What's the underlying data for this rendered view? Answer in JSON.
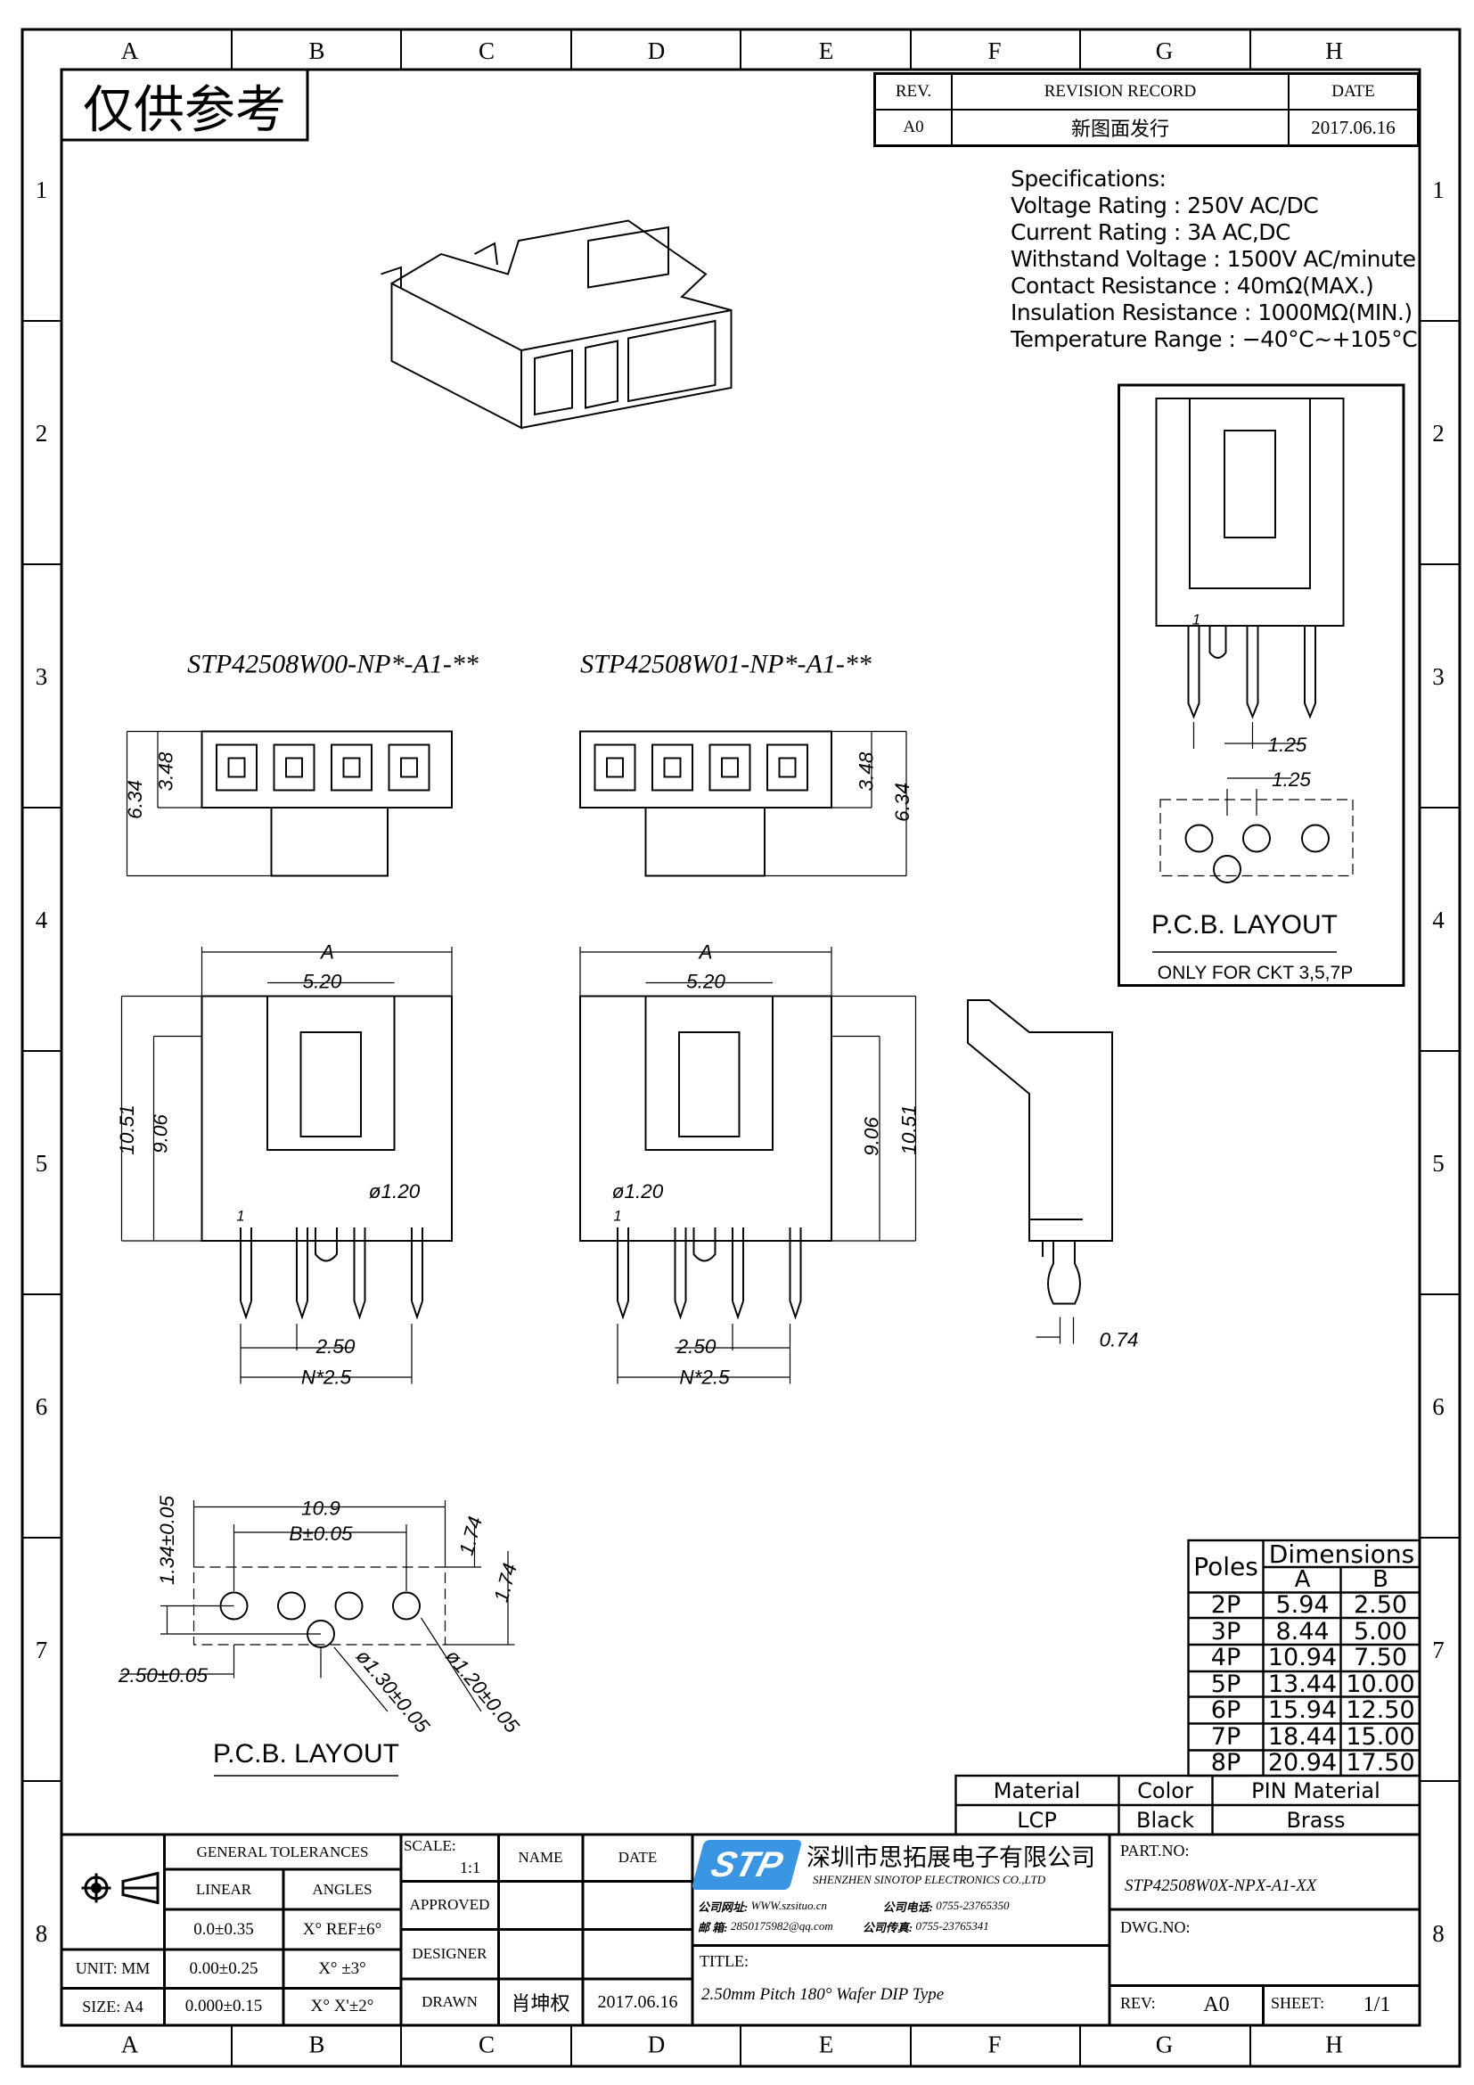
{
  "frame": {
    "columns": [
      "A",
      "B",
      "C",
      "D",
      "E",
      "F",
      "G",
      "H"
    ],
    "rows": [
      "1",
      "2",
      "3",
      "4",
      "5",
      "6",
      "7",
      "8"
    ]
  },
  "stamp": "仅供参考",
  "revision": {
    "headers": [
      "REV.",
      "REVISION RECORD",
      "DATE"
    ],
    "row": [
      "A0",
      "新图面发行",
      "2017.06.16"
    ]
  },
  "specs": [
    "Specifications:",
    "Voltage Rating : 250V AC/DC",
    "Current Rating : 3A AC,DC",
    "Withstand Voltage : 1500V AC/minute",
    "Contact Resistance : 40mΩ(MAX.)",
    "Insulation Resistance : 1000MΩ(MIN.)",
    "Temperature Range : −40°C~+105°C"
  ],
  "views": {
    "left_part": "STP42508W00-NP*-A1-**",
    "right_part": "STP42508W01-NP*-A1-**",
    "dims": {
      "d634": "6.34",
      "d348": "3.48",
      "a": "A",
      "d520": "5.20",
      "d1051": "10.51",
      "d906": "9.06",
      "d120": "ø1.20",
      "pin1": "1",
      "d250": "2.50",
      "n25": "N*2.5",
      "d074": "0.74",
      "d125": "1.25"
    },
    "pcb_right_title": "P.C.B. LAYOUT",
    "pcb_right_note": "ONLY FOR CKT 3,5,7P",
    "pcb_left": {
      "d109": "10.9",
      "b": "B±0.05",
      "d134": "1.34±0.05",
      "d174": "1.74",
      "d250": "2.50±0.05",
      "d130": "ø1.30±0.05",
      "d120": "ø1.20±0.05",
      "title": "P.C.B. LAYOUT"
    }
  },
  "dimensions_table": {
    "poles_header": "Poles",
    "dims_header": "Dimensions",
    "a_header": "A",
    "b_header": "B",
    "rows": [
      [
        "2P",
        "5.94",
        "2.50"
      ],
      [
        "3P",
        "8.44",
        "5.00"
      ],
      [
        "4P",
        "10.94",
        "7.50"
      ],
      [
        "5P",
        "13.44",
        "10.00"
      ],
      [
        "6P",
        "15.94",
        "12.50"
      ],
      [
        "7P",
        "18.44",
        "15.00"
      ],
      [
        "8P",
        "20.94",
        "17.50"
      ]
    ]
  },
  "material": {
    "headers": [
      "Material",
      "Color",
      "PIN Material"
    ],
    "values": [
      "LCP",
      "Black",
      "Brass"
    ]
  },
  "title_block": {
    "general_tolerances": "GENERAL TOLERANCES",
    "linear": "LINEAR",
    "angles": "ANGLES",
    "tol_rows": [
      [
        "0.0±0.35",
        "X° REF±6°"
      ],
      [
        "0.00±0.25",
        "X° ±3°"
      ],
      [
        "0.000±0.15",
        "X° X'±2°"
      ]
    ],
    "unit": "UNIT: MM",
    "size": "SIZE: A4",
    "scale_label": "SCALE:",
    "scale_value": "1:1",
    "name": "NAME",
    "date": "DATE",
    "approved": "APPROVED",
    "designer": "DESIGNER",
    "drawn": "DRAWN",
    "drawn_name": "肖坤权",
    "drawn_date": "2017.06.16",
    "company_cn": "深圳市思拓展电子有限公司",
    "company_en": "SHENZHEN SINOTOP ELECTRONICS CO.,LTD",
    "logo": "STP",
    "web_label": "公司网址:",
    "web": "WWW.szsituo.cn",
    "tel_label": "公司电话:",
    "tel": "0755-23765350",
    "mail_label": "邮 箱:",
    "mail": "2850175982@qq.com",
    "fax_label": "公司传真:",
    "fax": "0755-23765341",
    "title_label": "TITLE:",
    "title": "2.50mm Pitch 180° Wafer DIP Type",
    "part_no_label": "PART.NO:",
    "part_no": "STP42508W0X-NPX-A1-XX",
    "dwg_no_label": "DWG.NO:",
    "rev_label": "REV:",
    "rev": "A0",
    "sheet_label": "SHEET:",
    "sheet": "1/1"
  },
  "colors": {
    "logo": "#3a95e3"
  }
}
